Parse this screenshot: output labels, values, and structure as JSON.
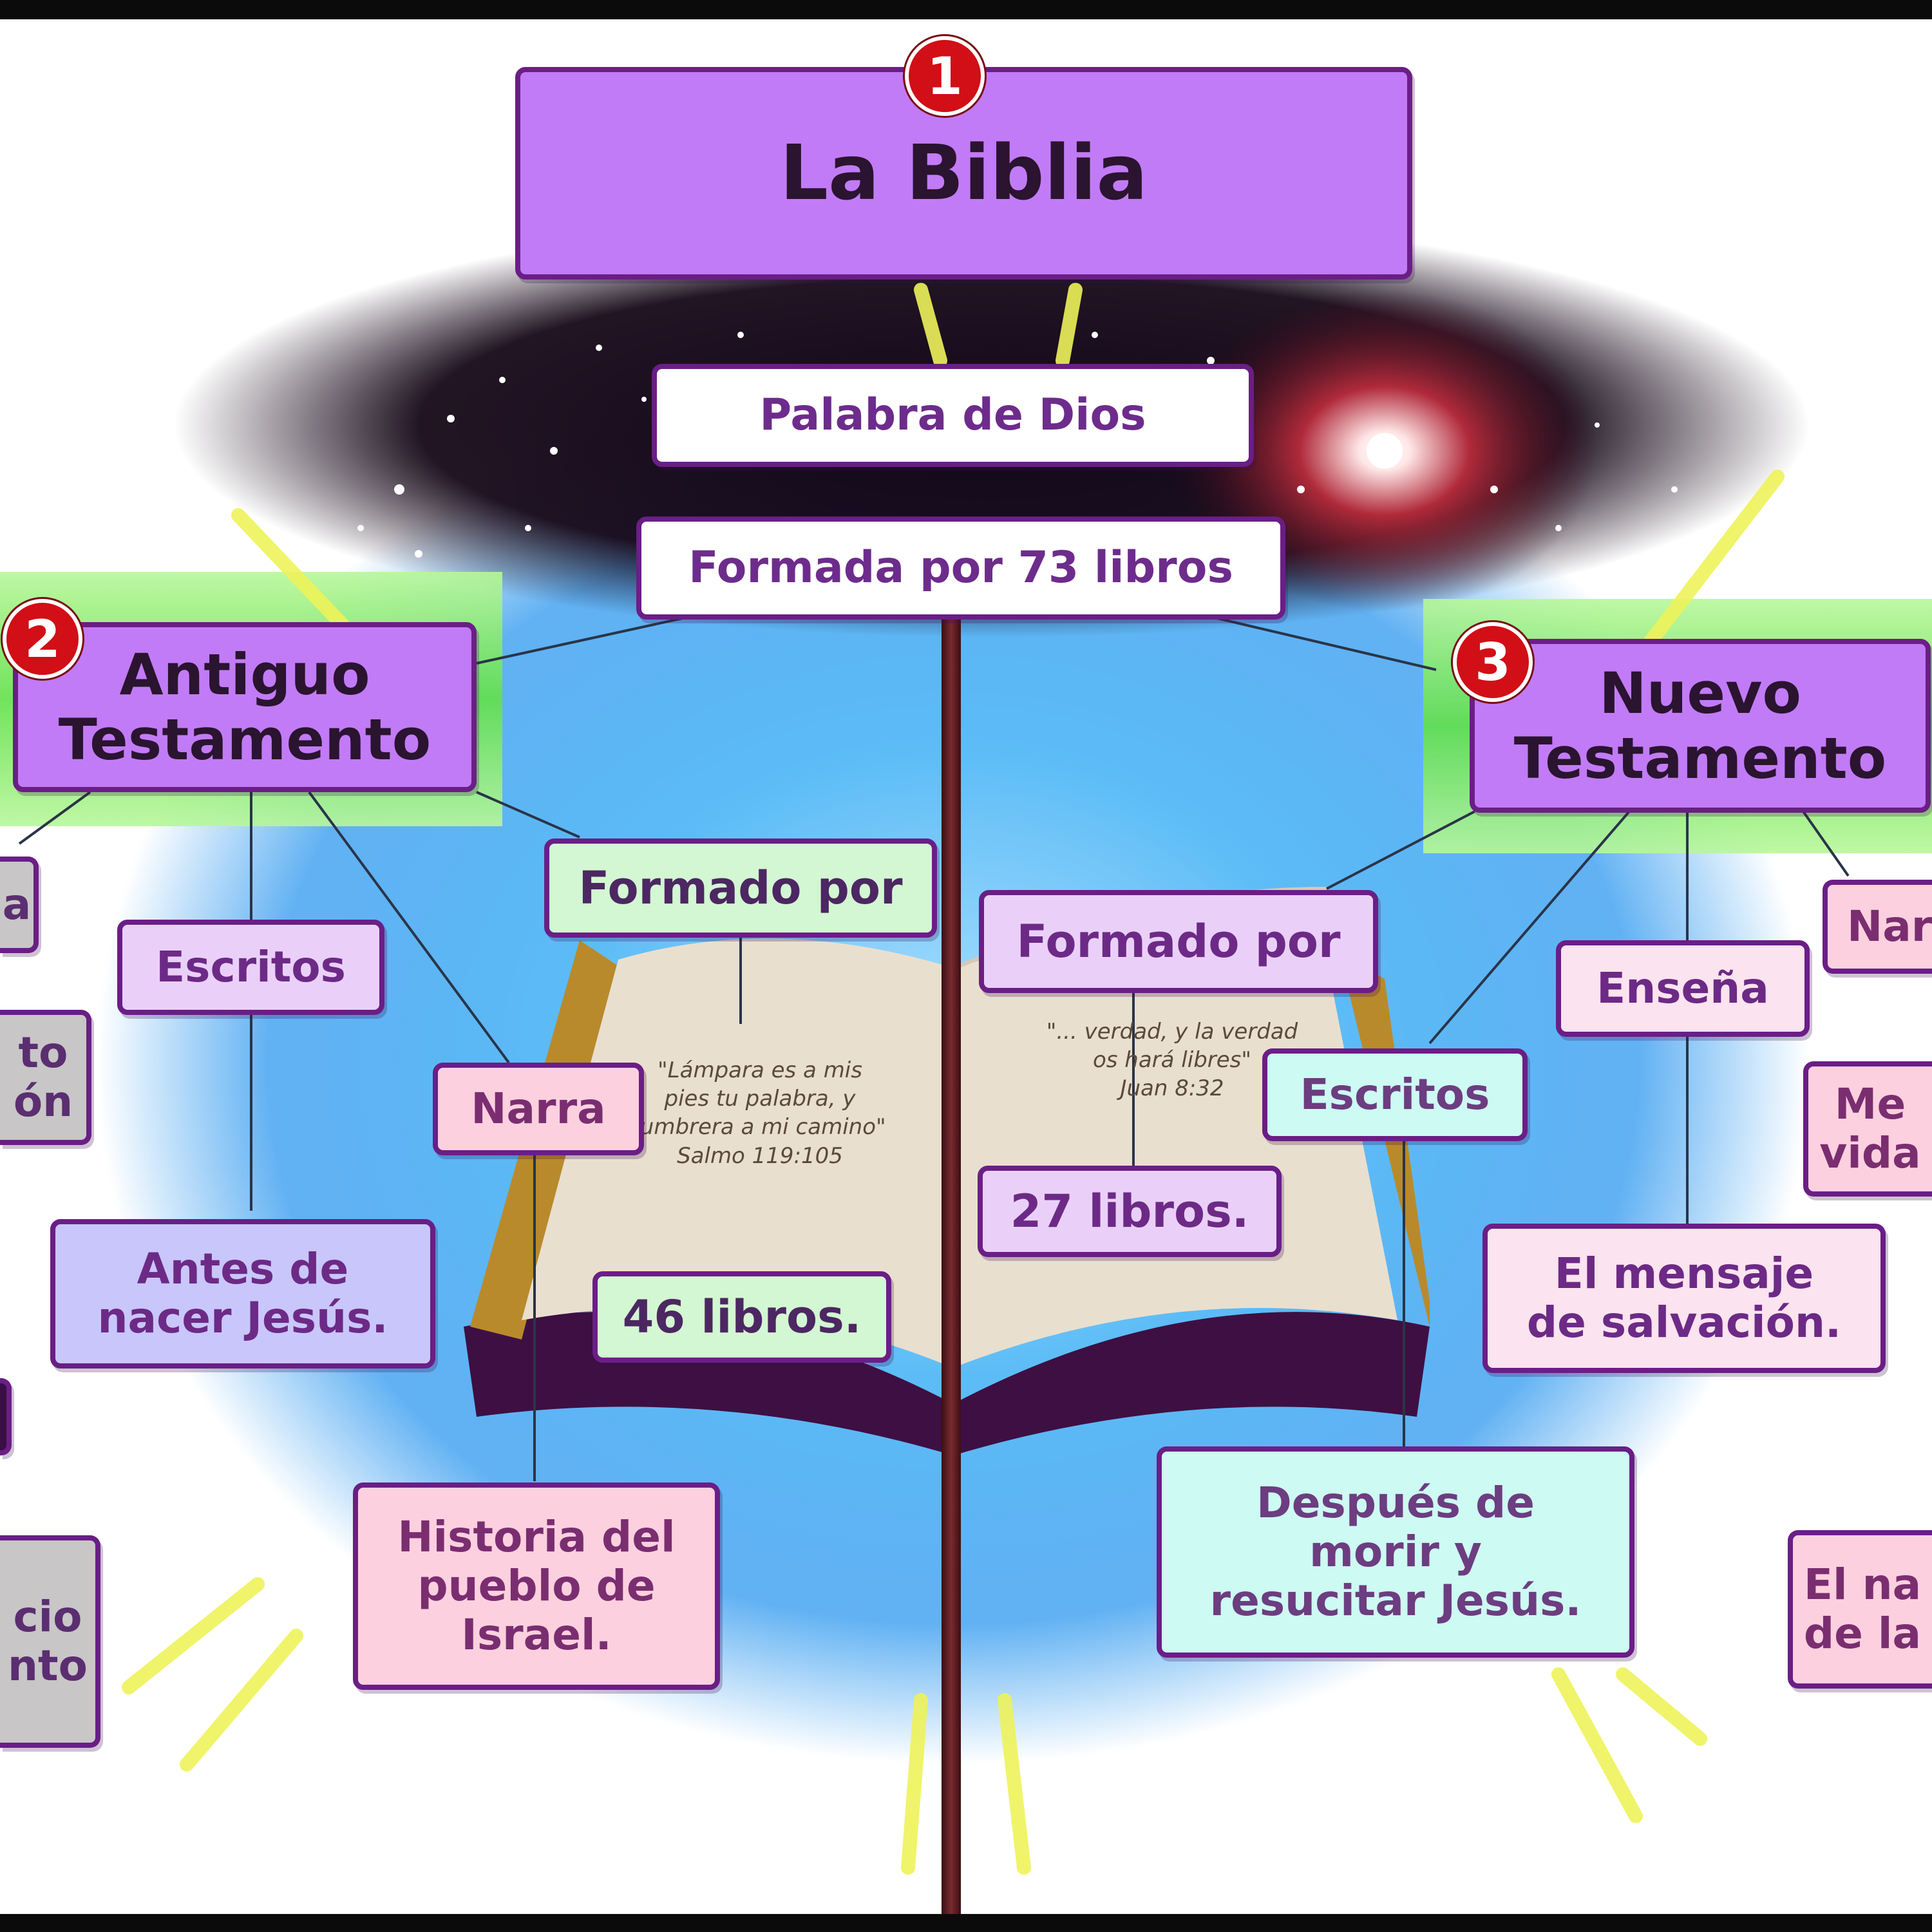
{
  "diagram": {
    "root": {
      "badge": "1",
      "title": "La Biblia"
    },
    "definition": "Palabra de Dios",
    "composition": "Formada por 73 libros",
    "old_testament": {
      "badge": "2",
      "title_line1": "Antiguo",
      "title_line2": "Testamento",
      "formado_por": "Formado por",
      "libros": "46 libros.",
      "escritos": "Escritos",
      "escritos_detail_line1": "Antes de",
      "escritos_detail_line2": "nacer Jesús.",
      "narra": "Narra",
      "narra_detail_line1": "Historia del",
      "narra_detail_line2": "pueblo de",
      "narra_detail_line3": "Israel.",
      "cut_top": "a",
      "cut_mid_line1": "to",
      "cut_mid_line2": "ón",
      "cut_low_line1": "cio",
      "cut_low_line2": "nto"
    },
    "new_testament": {
      "badge": "3",
      "title_line1": "Nuevo",
      "title_line2": "Testamento",
      "formado_por": "Formado por",
      "libros": "27 libros.",
      "escritos": "Escritos",
      "escritos_detail_line1": "Después de",
      "escritos_detail_line2": "morir y",
      "escritos_detail_line3": "resucitar Jesús.",
      "ensena": "Enseña",
      "ensena_detail_line1": "El mensaje",
      "ensena_detail_line2": "de salvación.",
      "cut_narra": "Nar",
      "cut_mid_line1": "Me",
      "cut_mid_line2": "vida",
      "cut_low_line1": "El na",
      "cut_low_line2": "de la"
    },
    "book_quote_left": {
      "line1": "\"Lámpara es a mis",
      "line2": "pies tu palabra, y",
      "line3": "lumbrera a mi camino\"",
      "line4": "Salmo 119:105"
    },
    "book_quote_right": {
      "line1": "\"... verdad, y la verdad",
      "line2": "os hará libres\"",
      "line3": "Juan 8:32"
    }
  },
  "colors": {
    "border": "#6a1e86",
    "title_fill": "#c27bf6",
    "badge": "#d20e16",
    "glow_blue": "#38a6f0",
    "band_green": "#7ce85a"
  }
}
